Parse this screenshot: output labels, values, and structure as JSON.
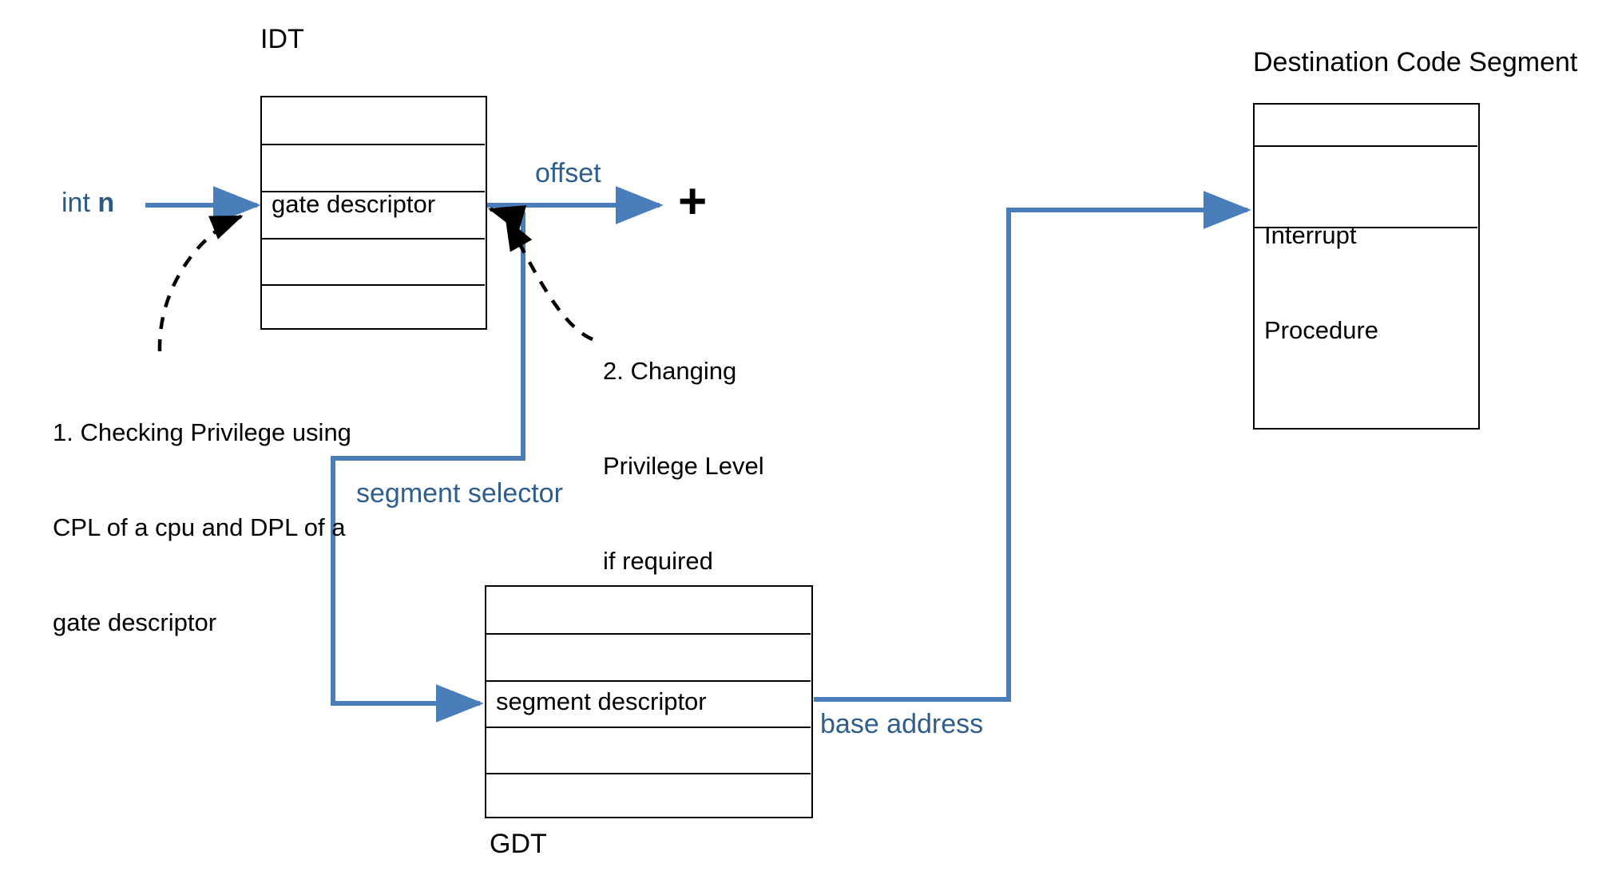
{
  "diagram": {
    "title_idt": "IDT",
    "title_gdt": "GDT",
    "title_dest": "Destination Code Segment",
    "colors": {
      "arrow_blue": "#4a7ebb",
      "text_blue": "#2b5a86",
      "black": "#000000",
      "background": "#ffffff"
    }
  },
  "idt_table": {
    "label": "IDT",
    "rows": [
      "",
      "",
      "gate descriptor",
      "",
      ""
    ],
    "highlighted_row_index": 2,
    "highlighted_row_label": "gate descriptor"
  },
  "gdt_table": {
    "label": "GDT",
    "rows": [
      "",
      "",
      "segment descriptor",
      "",
      ""
    ],
    "highlighted_row_index": 2,
    "highlighted_row_label": "segment descriptor"
  },
  "dest_segment": {
    "label": "Destination Code Segment",
    "rows": [
      "",
      "Interrupt\nProcedure",
      ""
    ],
    "procedure_line1": "Interrupt",
    "procedure_line2": "Procedure"
  },
  "inputs": {
    "int_prefix": "int ",
    "int_operand": "n"
  },
  "edge_labels": {
    "offset": "offset",
    "segment_selector": "segment selector",
    "base_address": "base address"
  },
  "operators": {
    "plus": "+"
  },
  "notes": [
    {
      "id": "note-1",
      "lines": [
        "1. Checking Privilege using",
        "CPL of a cpu and DPL of a",
        "gate descriptor"
      ]
    },
    {
      "id": "note-2",
      "lines": [
        "2. Changing",
        "Privilege Level",
        "if required"
      ]
    }
  ]
}
